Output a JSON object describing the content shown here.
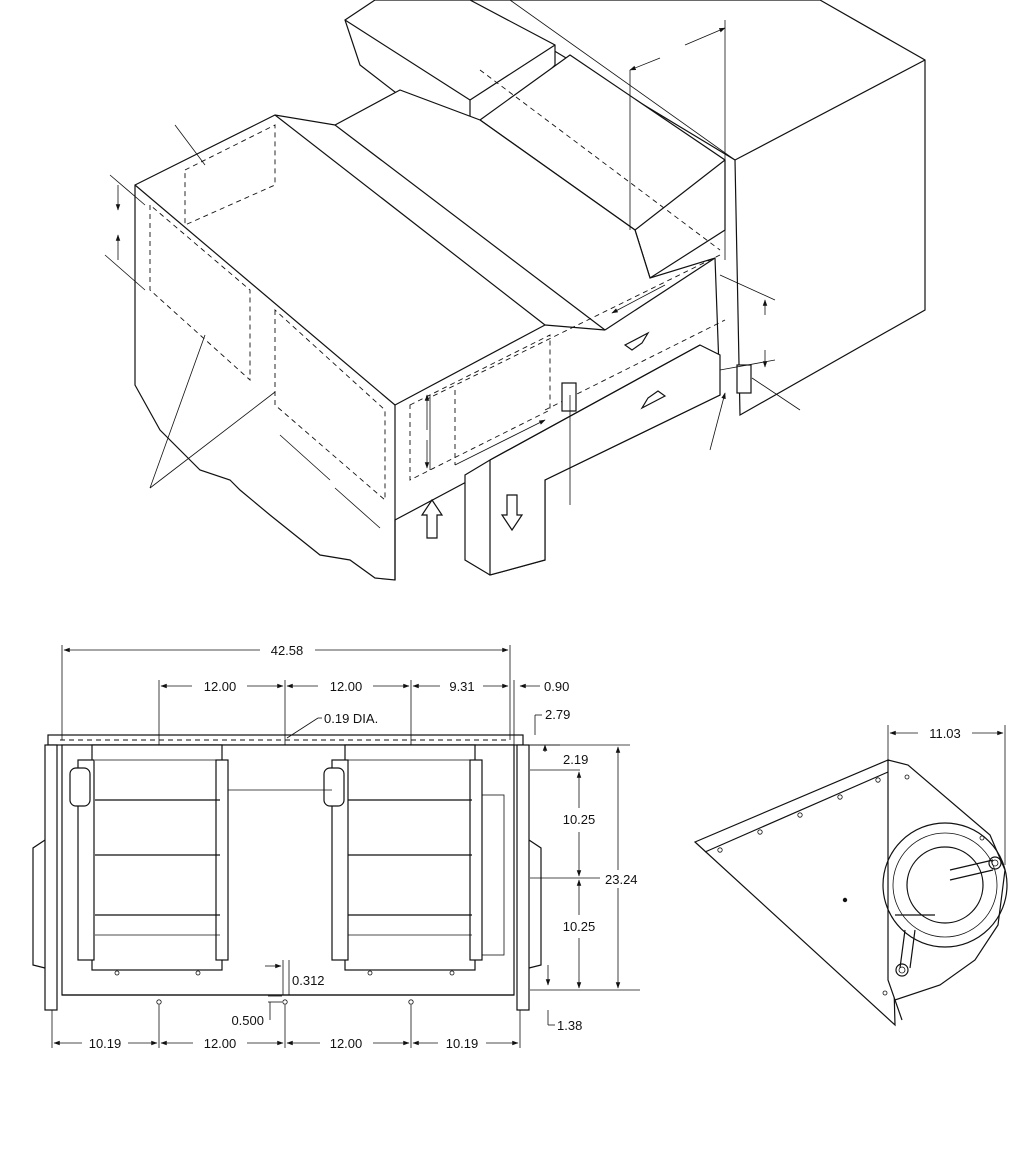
{
  "front_view": {
    "overall_width": "42.58",
    "spacing_top_1": "12.00",
    "spacing_top_2": "12.00",
    "spacing_top_3": "9.31",
    "flange_offset": "0.90",
    "hole_dia": "0.19 DIA.",
    "top_offset": "2.79",
    "inlet_offset": "2.19",
    "height_upper": "10.25",
    "height_lower": "10.25",
    "overall_height": "23.24",
    "slot_width": "0.312",
    "slot_length": "0.500",
    "bottom_offset": "1.38",
    "spacing_bottom_1": "10.19",
    "spacing_bottom_2": "12.00",
    "spacing_bottom_3": "12.00",
    "spacing_bottom_4": "10.19"
  },
  "side_view": {
    "depth": "11.03"
  }
}
